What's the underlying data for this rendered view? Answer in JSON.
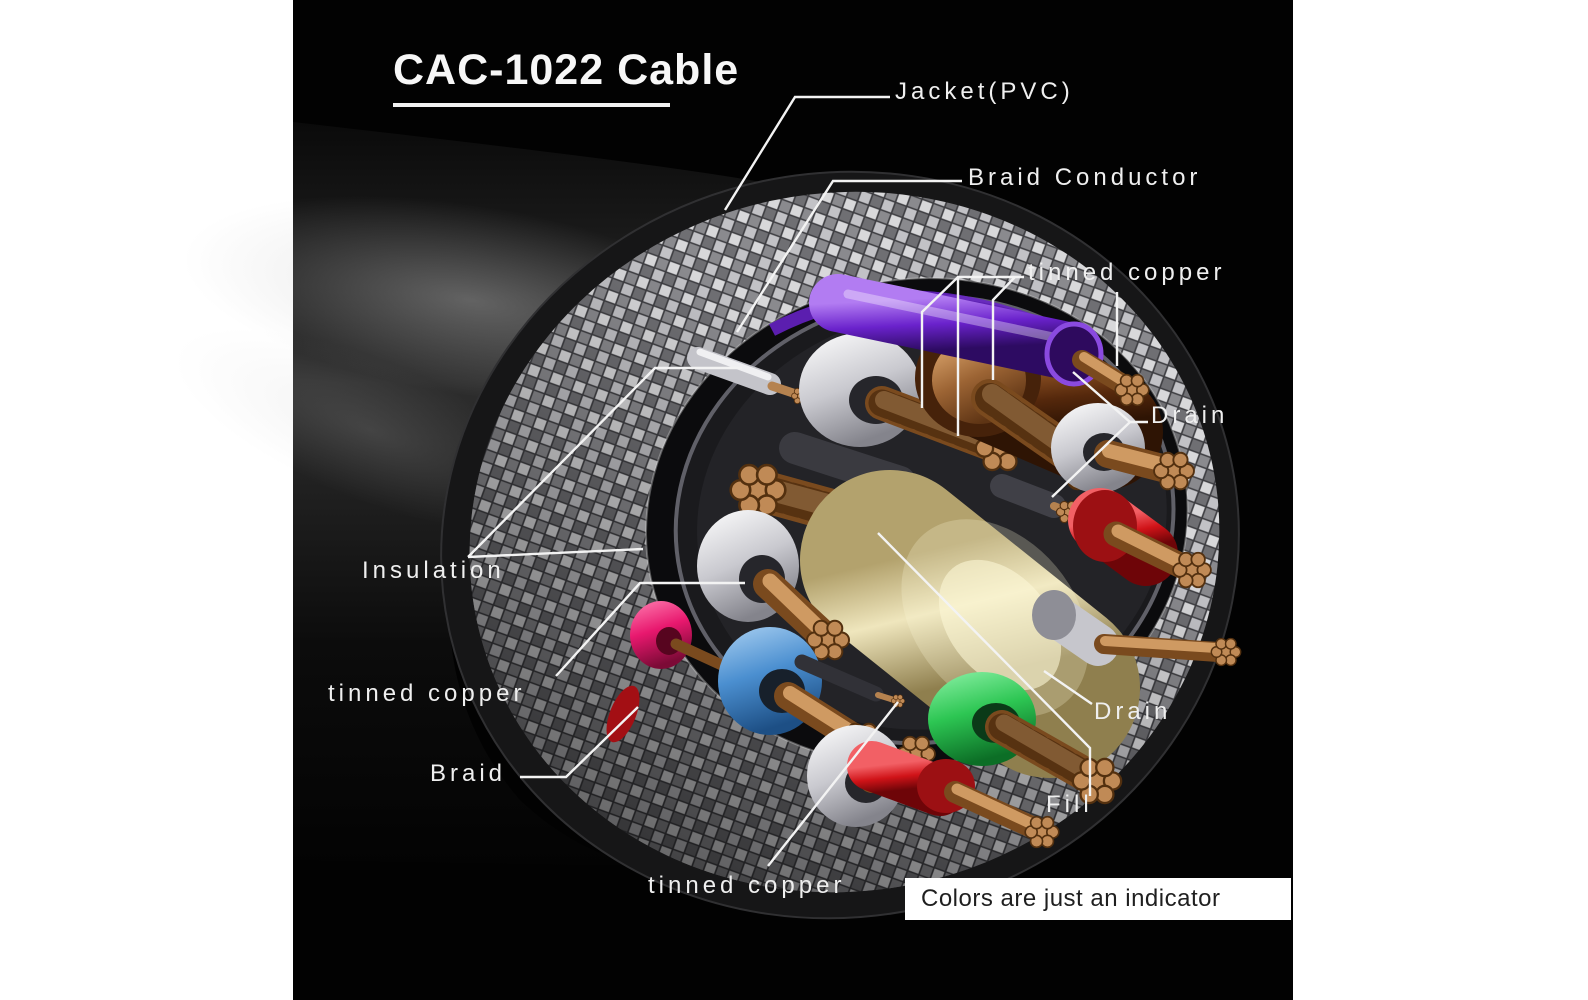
{
  "title": "CAC-1022 Cable",
  "callouts": {
    "jacket": "Jacket(PVC)",
    "braid_conductor": "Braid Conductor",
    "tinned_copper_top_right": "tinned copper",
    "drain_right": "Drain",
    "insulation": "Insulation",
    "tinned_copper_left": "tinned copper",
    "braid": "Braid",
    "drain_bottom_right": "Drain",
    "fill": "Fill",
    "tinned_copper_bottom": "tinned copper"
  },
  "note": "Colors are just an indicator",
  "colors": {
    "page": "#ffffff",
    "canvas": "#000000",
    "label_text": "#efefef",
    "note_text": "#1f1f1f",
    "purple": "#6a22cc",
    "brown": "#5e3114",
    "copper": "#b5824f",
    "fill_tan": "#d9cb96",
    "white_wire": "#d6d6dc",
    "blue": "#4b8fd0",
    "green": "#2dc653",
    "red": "#d01318",
    "pink": "#e8186e",
    "braid_silver": "#c9c9cc",
    "jacket_black": "#161617"
  }
}
